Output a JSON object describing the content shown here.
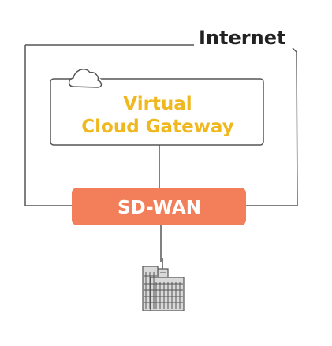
{
  "diagram": {
    "internet_label": "Internet",
    "gateway_line1": "Virtual",
    "gateway_line2": "Cloud Gateway",
    "sdwan_label": "SD-WAN",
    "icons": {
      "cloud": "cloud-icon",
      "building": "building-icon"
    }
  },
  "colors": {
    "line": "#555555",
    "gateway_text": "#f0b81f",
    "sdwan_fill": "#f27f5a",
    "sdwan_text": "#ffffff",
    "text_dark": "#222222",
    "building_fill": "#d9d9d9"
  }
}
